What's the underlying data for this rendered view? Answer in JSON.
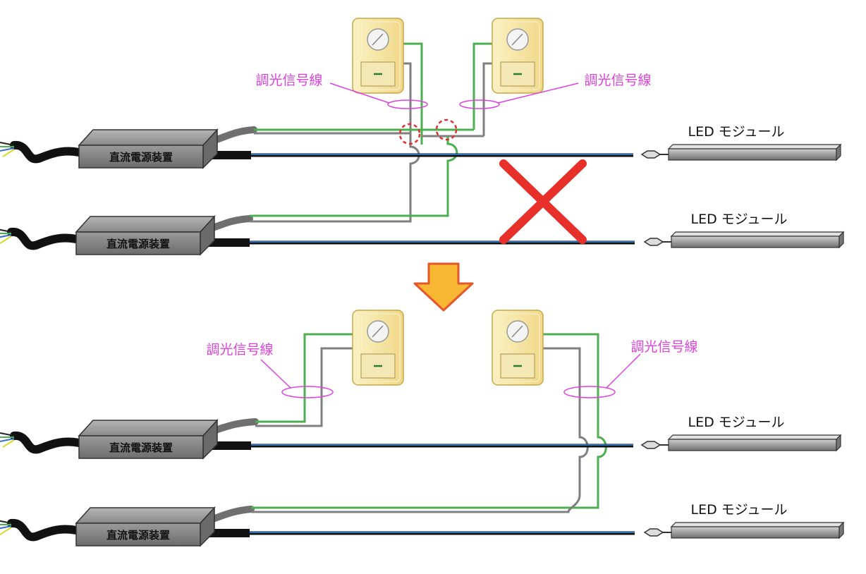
{
  "labels": {
    "power_supply": "直流電源装置",
    "led_module": "LED モジュール",
    "dimming_signal_line": "調光信号線"
  },
  "colors": {
    "green_wire": "#4caf50",
    "gray_wire": "#7f7f7f",
    "blue_wire": "#2f6fb5",
    "psu_body": "#8c8c8c",
    "dimmer_body": "#f5e6a0",
    "dimmer_border": "#c8a840",
    "annotation": "#e040e0",
    "cross_mark": "#e8302a",
    "arrow_fill": "#f7b733",
    "arrow_stroke": "#e3572a",
    "junction_marker": "#e03030"
  },
  "icons": {
    "cross": "cross-mark-icon",
    "arrow": "arrow-down-icon",
    "dimmer": "dimmer-switch-icon"
  }
}
